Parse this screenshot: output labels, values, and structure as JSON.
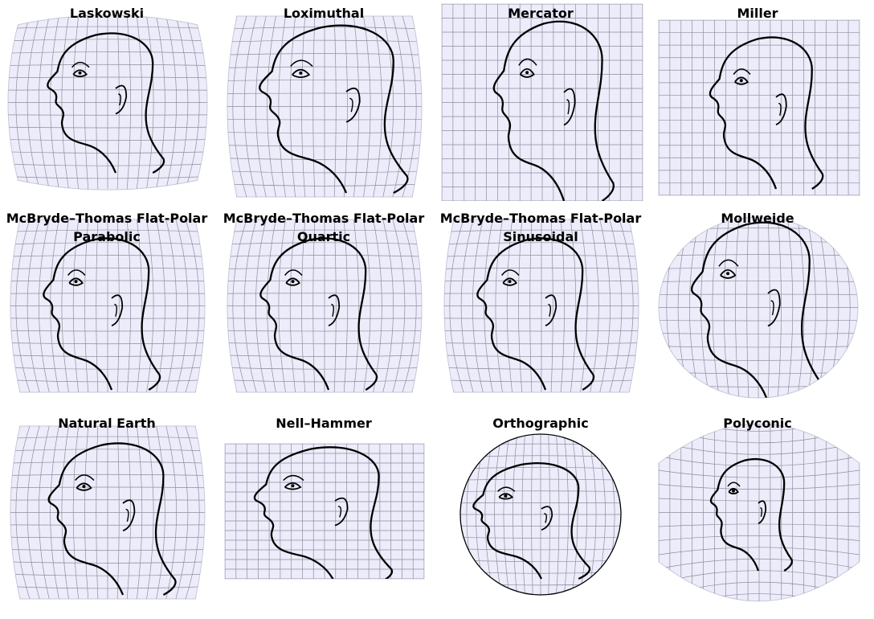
{
  "colors": {
    "background": "#ffffff",
    "sphere_fill": "#ececfa",
    "graticule": "#8e8e9e",
    "outline": "#000000"
  },
  "graticule": "graticule",
  "projections": [
    {
      "name": "Laskowski",
      "shape": "laskowski"
    },
    {
      "name": "Loximuthal",
      "shape": "loximuthal"
    },
    {
      "name": "Mercator",
      "shape": "mercator"
    },
    {
      "name": "Miller",
      "shape": "miller"
    },
    {
      "name": "McBryde–Thomas Flat-Polar Parabolic",
      "shape": "flatpolar"
    },
    {
      "name": "McBryde–Thomas Flat-Polar Quartic",
      "shape": "flatpolar"
    },
    {
      "name": "McBryde–Thomas Flat-Polar Sinusoidal",
      "shape": "flatpolar"
    },
    {
      "name": "Mollweide",
      "shape": "mollweide"
    },
    {
      "name": "Natural Earth",
      "shape": "naturalearth"
    },
    {
      "name": "Nell–Hammer",
      "shape": "nellhammer"
    },
    {
      "name": "Orthographic",
      "shape": "orthographic"
    },
    {
      "name": "Polyconic",
      "shape": "polyconic"
    }
  ]
}
